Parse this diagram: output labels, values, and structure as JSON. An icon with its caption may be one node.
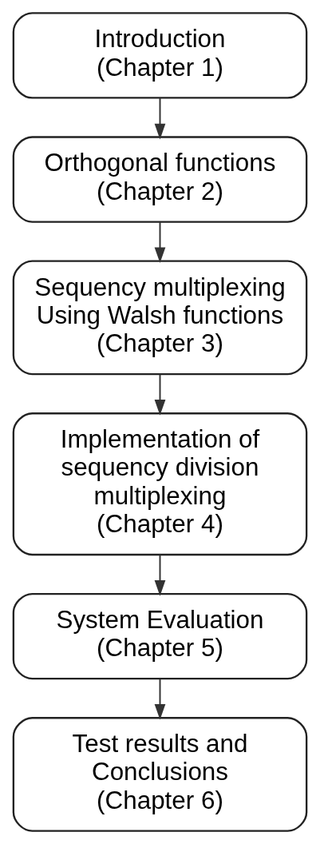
{
  "diagram": {
    "nodes": [
      {
        "text": [
          "Introduction",
          "(Chapter 1)"
        ]
      },
      {
        "text": [
          "Orthogonal functions",
          "(Chapter 2)"
        ]
      },
      {
        "text": [
          "Sequency multiplexing Using Walsh functions",
          "(Chapter 3)"
        ]
      },
      {
        "text": [
          "Implementation of sequency division multiplexing",
          "(Chapter 4)"
        ]
      },
      {
        "text": [
          "System Evaluation",
          "(Chapter 5)"
        ]
      },
      {
        "text": [
          "Test results and Conclusions",
          "(Chapter 6)"
        ]
      }
    ],
    "edges": [
      {
        "from": 0,
        "to": 1,
        "arrow": "to"
      },
      {
        "from": 1,
        "to": 2,
        "arrow": "to"
      },
      {
        "from": 2,
        "to": 3,
        "arrow": "to"
      },
      {
        "from": 3,
        "to": 4,
        "arrow": "to"
      },
      {
        "from": 4,
        "to": 5,
        "arrow": "to"
      }
    ]
  }
}
